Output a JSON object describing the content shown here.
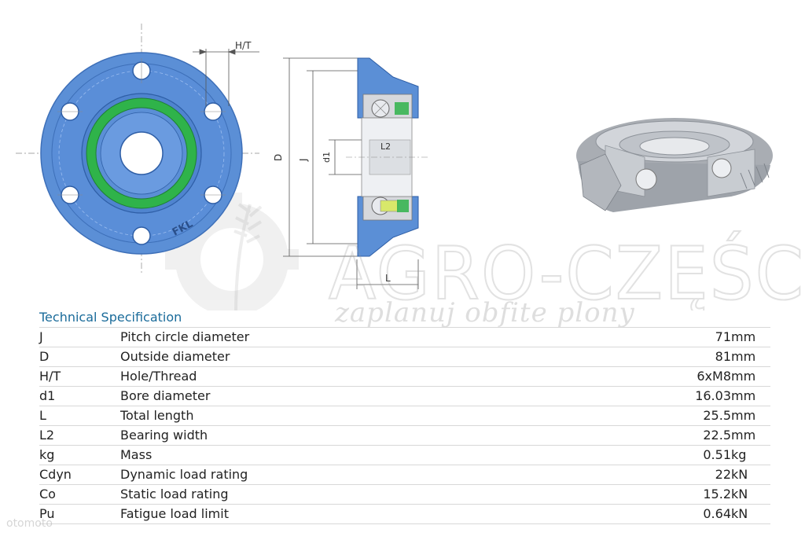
{
  "labels": {
    "ht": "H/T",
    "d": "D",
    "j": "J",
    "d1": "d1",
    "l2": "L2",
    "l": "L"
  },
  "watermark": {
    "brand": "AGRO-CZĘŚCI",
    "slogan": "zaplanuj obfite plony",
    "corner": "otomoto"
  },
  "flange_marking": "FKL",
  "spec": {
    "title": "Technical Specification",
    "rows": [
      {
        "symbol": "J",
        "name": "Pitch circle diameter",
        "value": "71",
        "unit": "mm"
      },
      {
        "symbol": "D",
        "name": "Outside diameter",
        "value": "81",
        "unit": "mm"
      },
      {
        "symbol": "H/T",
        "name": "Hole/Thread",
        "value": "6xM8",
        "unit": "mm"
      },
      {
        "symbol": "d1",
        "name": "Bore diameter",
        "value": "16.03",
        "unit": "mm"
      },
      {
        "symbol": "L",
        "name": "Total length",
        "value": "25.5",
        "unit": "mm"
      },
      {
        "symbol": "L2",
        "name": "Bearing width",
        "value": "22.5",
        "unit": "mm"
      },
      {
        "symbol": "kg",
        "name": "Mass",
        "value": "0.51",
        "unit": "kg"
      },
      {
        "symbol": "Cdyn",
        "name": "Dynamic load rating",
        "value": "22",
        "unit": "kN"
      },
      {
        "symbol": "Co",
        "name": "Static load rating",
        "value": "15.2",
        "unit": "kN"
      },
      {
        "symbol": "Pu",
        "name": "Fatigue load limit",
        "value": "0.64",
        "unit": "kN"
      }
    ]
  },
  "colors": {
    "housing_blue": "#5b8fd6",
    "seal_green": "#2fb34a",
    "title_teal": "#1a6b9a",
    "steel_grey": "#b8bcc2"
  }
}
